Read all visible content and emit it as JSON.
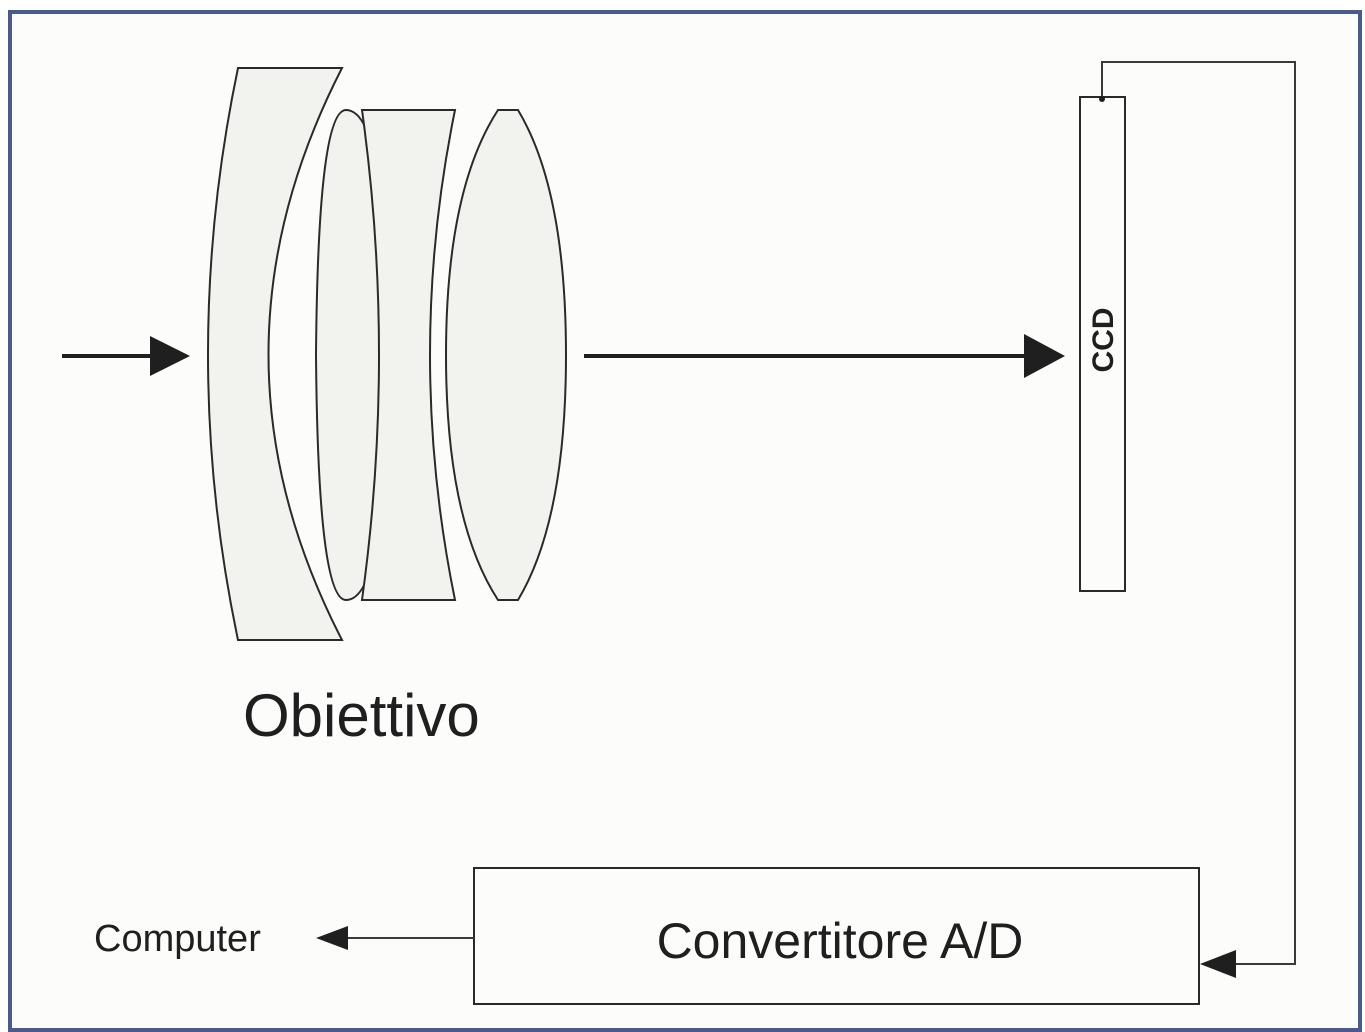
{
  "labels": {
    "objective": "Obiettivo",
    "sensor": "CCD",
    "converter": "Convertitore A/D",
    "output": "Computer"
  },
  "colors": {
    "frame": "#4a5a8c",
    "background": "#fcfcfa",
    "lens_fill": "#f2f2ef",
    "stroke": "#2a2a2a"
  }
}
